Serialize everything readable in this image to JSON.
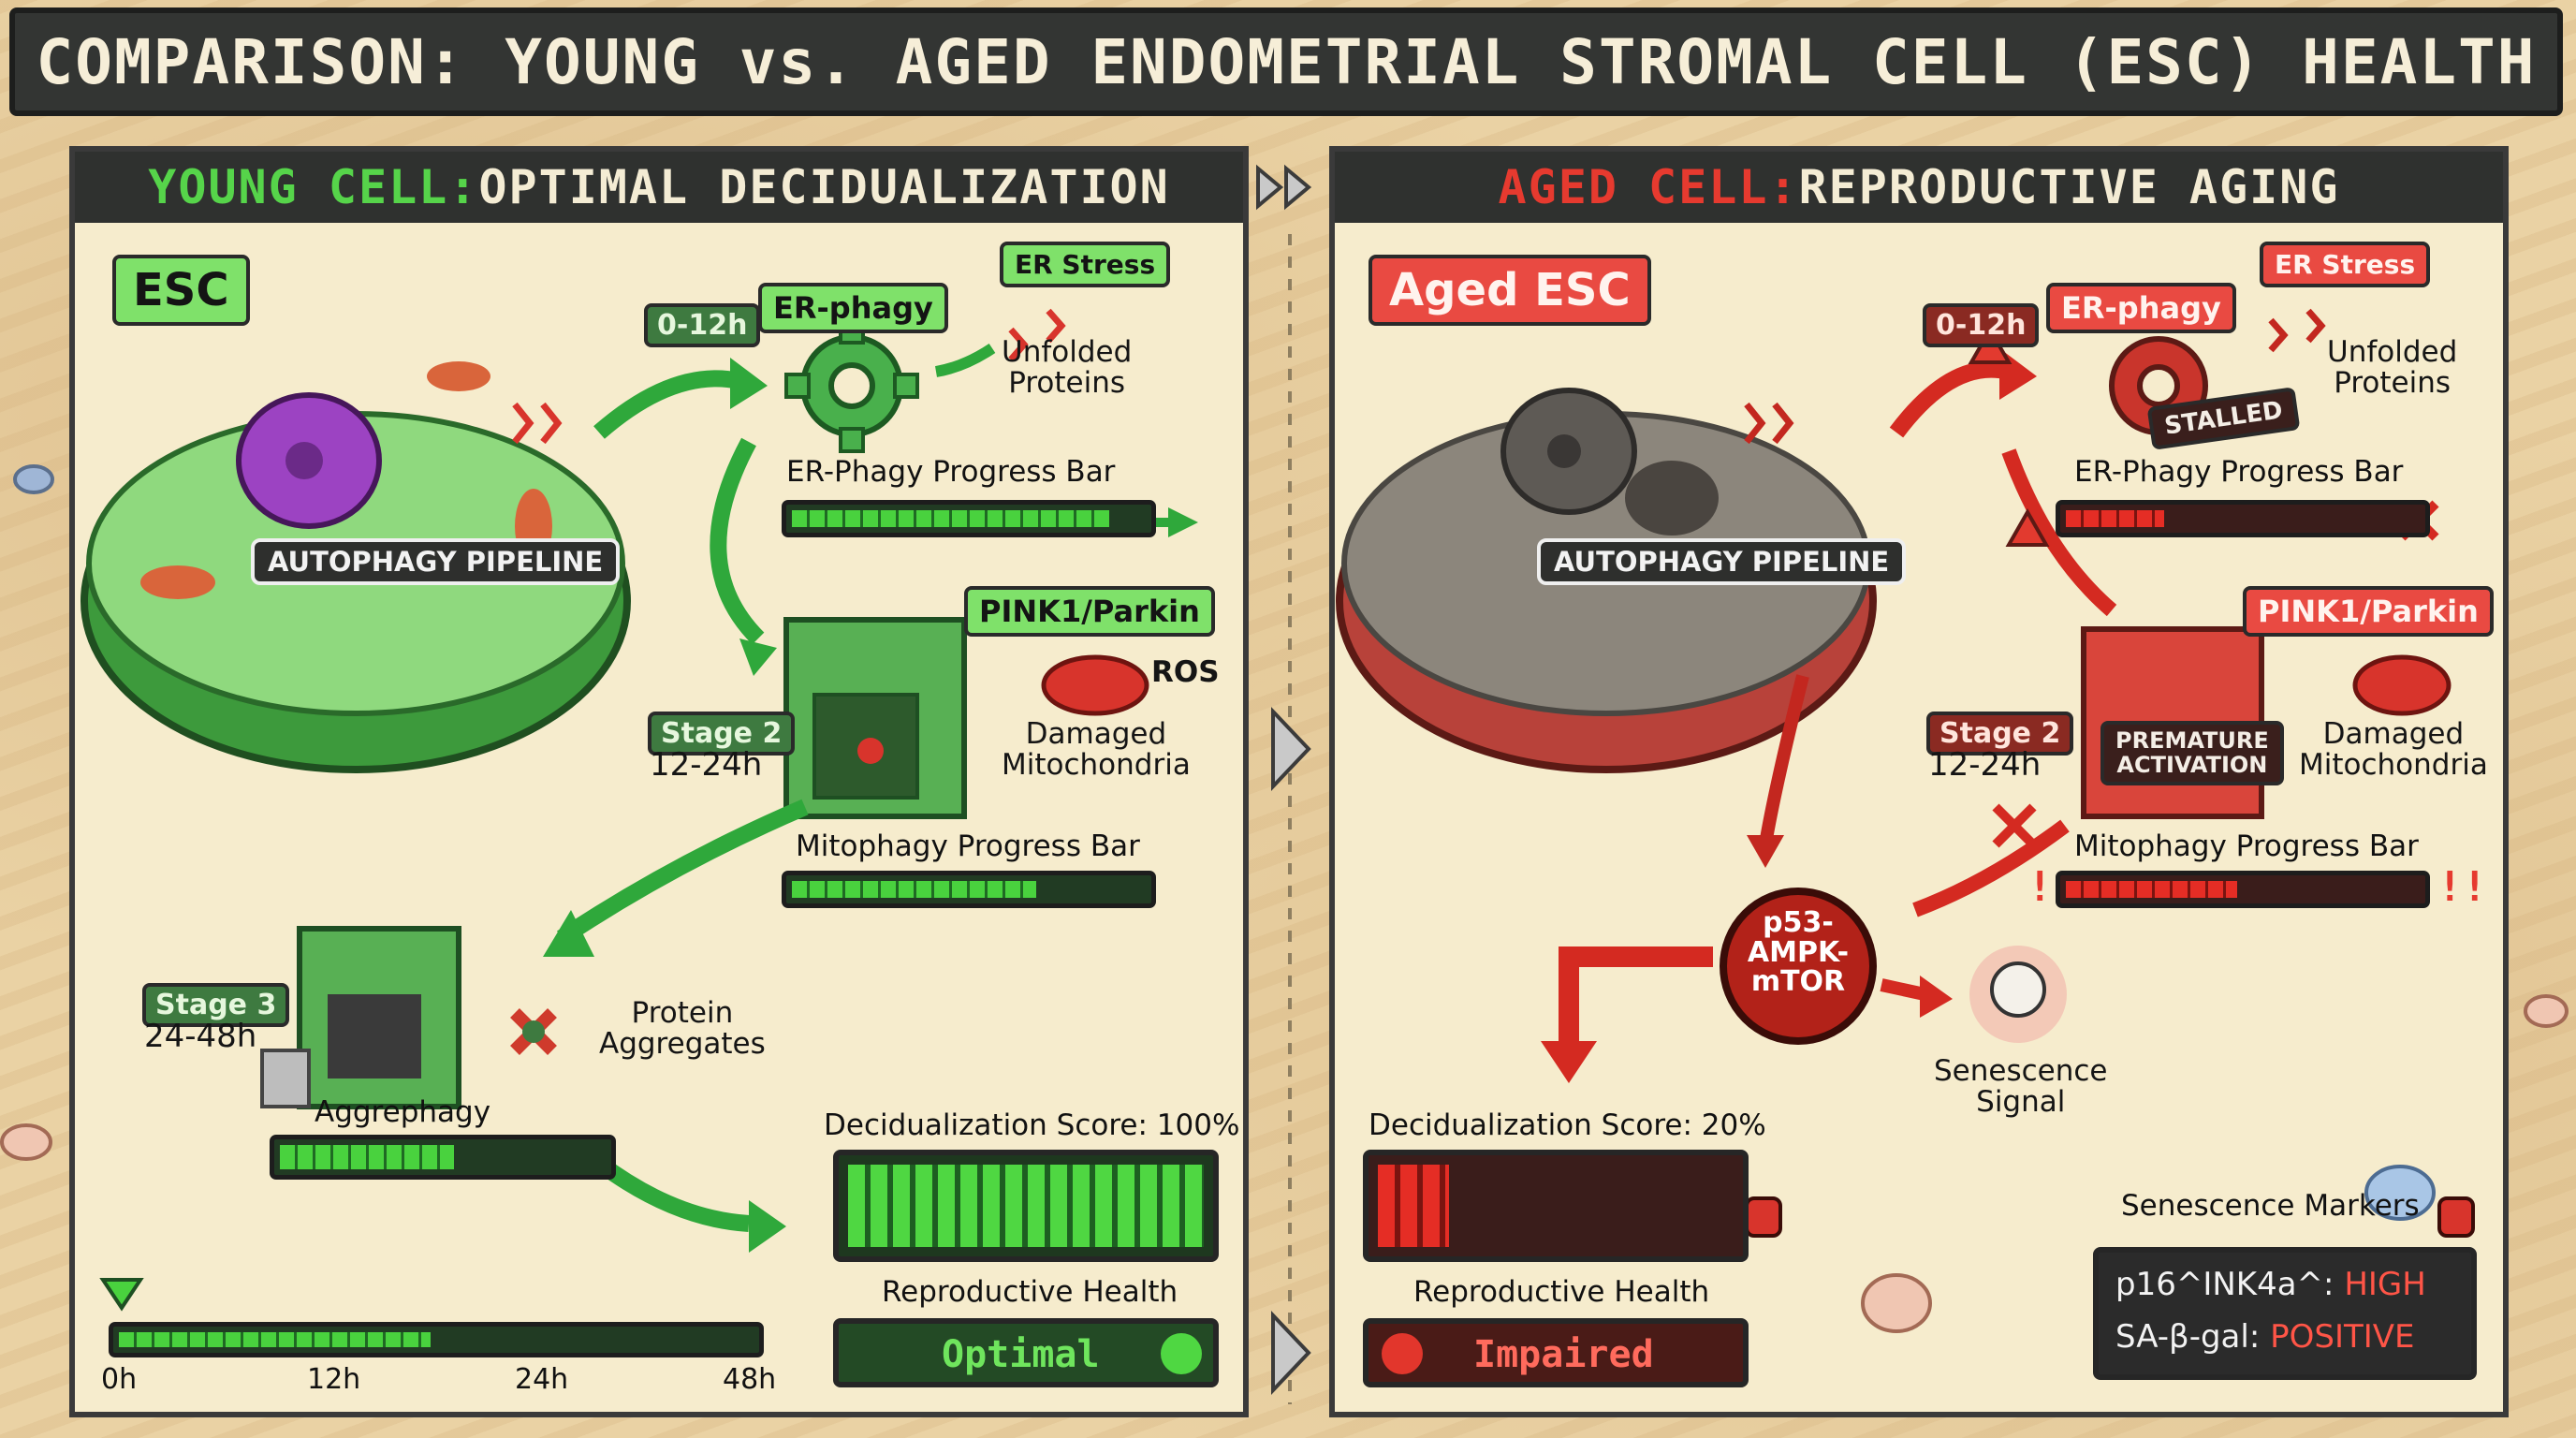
{
  "title": "COMPARISON: YOUNG vs. AGED ENDOMETRIAL STROMAL CELL (ESC) HEALTH",
  "colors": {
    "young": "#4ccb3f",
    "aged": "#e0352b",
    "panel_bg": "#f6eccd",
    "header_bg": "#2f312f"
  },
  "young": {
    "header_prefix": "YOUNG CELL:",
    "header_rest": " OPTIMAL DECIDUALIZATION",
    "cell_label": "ESC",
    "pipeline_label": "AUTOPHAGY PIPELINE",
    "stage1_time": "0-12h",
    "er_phagy_label": "ER-phagy",
    "er_stress_label": "ER Stress",
    "unfolded_proteins": "Unfolded\nProteins",
    "er_bar_label": "ER-Phagy Progress Bar",
    "er_bar_progress": 0.9,
    "pink_label": "PINK1/Parkin",
    "ros_label": "ROS",
    "damaged_mito": "Damaged\nMitochondria",
    "stage2_label": "Stage 2",
    "stage2_time": "12-24h",
    "mito_bar_label": "Mitophagy Progress Bar",
    "mito_bar_progress": 0.7,
    "stage3_label": "Stage 3",
    "stage3_time": "24-48h",
    "protein_aggregates": "Protein\nAggregates",
    "aggrephagy_label": "Aggrephagy",
    "aggre_bar_progress": 0.55,
    "decid_score_label": "Decidualization Score: 100%",
    "decid_score": 100,
    "repro_label": "Reproductive Health",
    "repro_status": "Optimal",
    "timeline_ticks": [
      "0h",
      "12h",
      "24h",
      "48h"
    ],
    "timeline_progress": 0.5
  },
  "aged": {
    "header_prefix": "AGED CELL:",
    "header_rest": " REPRODUCTIVE AGING",
    "cell_label": "Aged ESC",
    "pipeline_label": "AUTOPHAGY PIPELINE",
    "stage1_time": "0-12h",
    "er_phagy_label": "ER-phagy",
    "er_stress_label": "ER Stress",
    "stalled_label": "STALLED",
    "unfolded_proteins": "Unfolded\nProteins",
    "er_bar_label": "ER-Phagy Progress Bar",
    "er_bar_progress": 0.3,
    "pink_label": "PINK1/Parkin",
    "premature_label": "PREMATURE\nACTIVATION",
    "damaged_mito": "Damaged\nMitochondria",
    "stage2_label": "Stage 2",
    "stage2_time": "12-24h",
    "mito_bar_label": "Mitophagy Progress Bar",
    "mito_bar_progress": 0.5,
    "p53_label": "p53-\nAMPK-\nmTOR",
    "senescence_signal": "Senescence\nSignal",
    "decid_score_label": "Decidualization Score: 20%",
    "decid_score": 20,
    "repro_label": "Reproductive Health",
    "repro_status": "Impaired",
    "markers_title": "Senescence Markers",
    "p16_key": "p16^INK4a^: ",
    "p16_val": "HIGH",
    "sabgal_key": "SA-β-gal: ",
    "sabgal_val": "POSITIVE"
  }
}
